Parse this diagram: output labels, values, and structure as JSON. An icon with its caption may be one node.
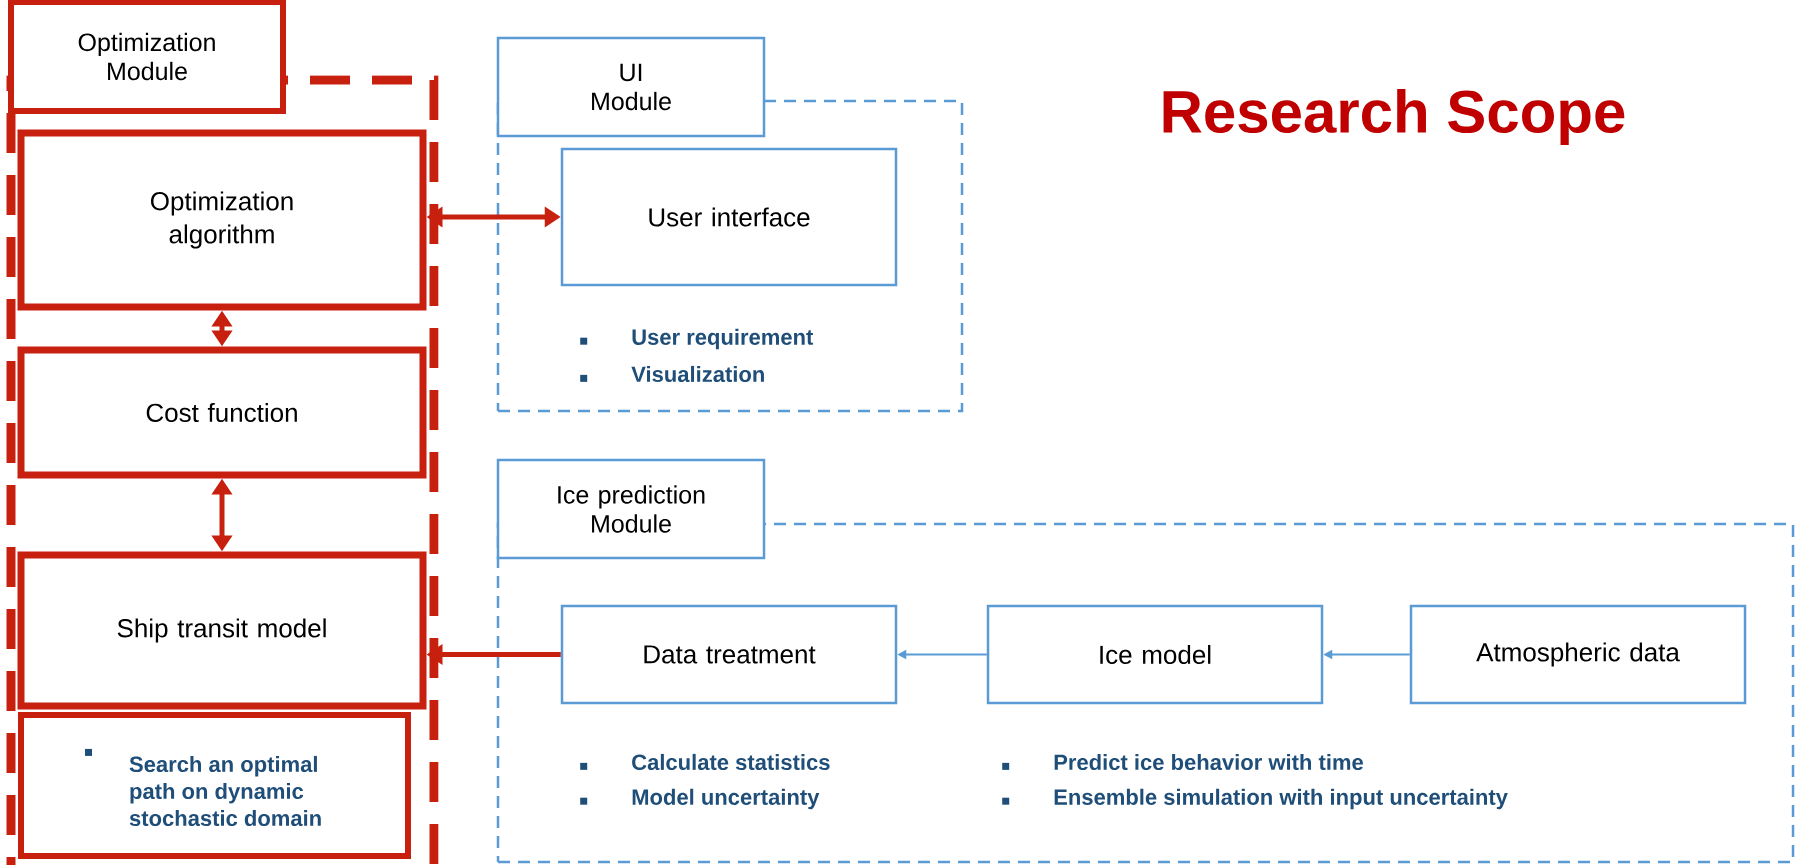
{
  "diagram": {
    "title": "Research Scope",
    "nodes": [
      {
        "text": [
          "Optimization Module"
        ]
      },
      {
        "text": [
          "Optimization algorithm"
        ],
        "in": 0
      },
      {
        "text": [
          "Cost function"
        ],
        "in": 0
      },
      {
        "text": [
          "Ship transit model"
        ],
        "in": 0
      },
      {
        "text": [
          "Search an optimal path on dynamic stochastic domain"
        ],
        "in": 0
      },
      {
        "text": [
          "UI Module",
          "User requirement",
          "Visualization"
        ]
      },
      {
        "text": [
          "User interface"
        ],
        "in": 5
      },
      {
        "text": [
          "Ice prediction Module",
          "Calculate statistics",
          "Model uncertainty",
          "Predict ice behavior with time",
          "Ensemble simulation with input uncertainty"
        ]
      },
      {
        "text": [
          "Data treatment"
        ],
        "in": 7
      },
      {
        "text": [
          "Ice model"
        ],
        "in": 7
      },
      {
        "text": [
          "Atmospheric data"
        ],
        "in": 7
      }
    ],
    "edges": [
      {
        "from": 1,
        "to": 6,
        "arrow": "both"
      },
      {
        "from": 1,
        "to": 2,
        "arrow": "both"
      },
      {
        "from": 2,
        "to": 3,
        "arrow": "both"
      },
      {
        "from": 8,
        "to": 3,
        "arrow": "to"
      },
      {
        "from": 9,
        "to": 8,
        "arrow": "to",
        "color": "#5b9bd5"
      },
      {
        "from": 10,
        "to": 9,
        "arrow": "to",
        "color": "#5b9bd5"
      }
    ]
  }
}
